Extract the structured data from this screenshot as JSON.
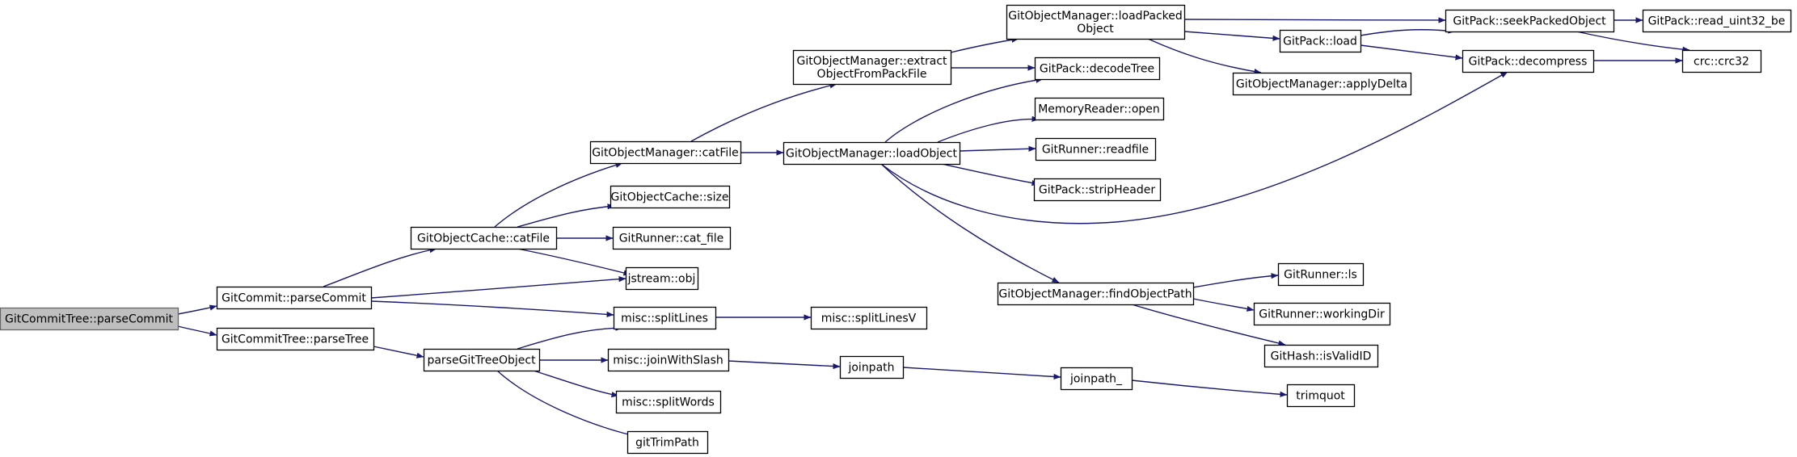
{
  "colors": {
    "edge": "#191970",
    "root_fill": "#bfbfbf",
    "node_fill": "#ffffff",
    "node_border": "#000000"
  },
  "nodes": {
    "n0": {
      "lines": [
        "GitCommitTree::parseCommit"
      ]
    },
    "n1": {
      "lines": [
        "GitCommit::parseCommit"
      ]
    },
    "n2": {
      "lines": [
        "GitCommitTree::parseTree"
      ]
    },
    "n3": {
      "lines": [
        "GitObjectCache::catFile"
      ]
    },
    "n4": {
      "lines": [
        "jstream::obj"
      ]
    },
    "n5": {
      "lines": [
        "misc::splitLines"
      ]
    },
    "n6": {
      "lines": [
        "parseGitTreeObject"
      ]
    },
    "n7": {
      "lines": [
        "GitObjectManager::catFile"
      ]
    },
    "n8": {
      "lines": [
        "GitObjectCache::size"
      ]
    },
    "n9": {
      "lines": [
        "GitRunner::cat_file"
      ]
    },
    "n10": {
      "lines": [
        "GitObjectManager::extract",
        "ObjectFromPackFile"
      ]
    },
    "n11": {
      "lines": [
        "GitObjectManager::loadObject"
      ]
    },
    "n12": {
      "lines": [
        "GitObjectManager::loadPacked",
        "Object"
      ]
    },
    "n13": {
      "lines": [
        "GitPack::decodeTree"
      ]
    },
    "n14": {
      "lines": [
        "MemoryReader::open"
      ]
    },
    "n15": {
      "lines": [
        "GitRunner::readfile"
      ]
    },
    "n16": {
      "lines": [
        "GitPack::stripHeader"
      ]
    },
    "n17": {
      "lines": [
        "GitObjectManager::findObjectPath"
      ]
    },
    "n18": {
      "lines": [
        "GitPack::load"
      ]
    },
    "n19": {
      "lines": [
        "GitObjectManager::applyDelta"
      ]
    },
    "n20": {
      "lines": [
        "GitPack::seekPackedObject"
      ]
    },
    "n21": {
      "lines": [
        "GitPack::decompress"
      ]
    },
    "n22": {
      "lines": [
        "GitPack::read_uint32_be"
      ]
    },
    "n23": {
      "lines": [
        "crc::crc32"
      ]
    },
    "n24": {
      "lines": [
        "GitRunner::ls"
      ]
    },
    "n25": {
      "lines": [
        "GitRunner::workingDir"
      ]
    },
    "n26": {
      "lines": [
        "GitHash::isValidID"
      ]
    },
    "n27": {
      "lines": [
        "misc::splitLinesV"
      ]
    },
    "n28": {
      "lines": [
        "misc::joinWithSlash"
      ]
    },
    "n29": {
      "lines": [
        "misc::splitWords"
      ]
    },
    "n30": {
      "lines": [
        "gitTrimPath"
      ]
    },
    "n31": {
      "lines": [
        "joinpath"
      ]
    },
    "n32": {
      "lines": [
        "joinpath_"
      ]
    },
    "n33": {
      "lines": [
        "trimquot"
      ]
    }
  },
  "edges": [
    [
      "n0",
      "n1"
    ],
    [
      "n0",
      "n2"
    ],
    [
      "n1",
      "n3"
    ],
    [
      "n1",
      "n4"
    ],
    [
      "n1",
      "n5"
    ],
    [
      "n2",
      "n6"
    ],
    [
      "n3",
      "n7"
    ],
    [
      "n3",
      "n8"
    ],
    [
      "n3",
      "n9"
    ],
    [
      "n3",
      "n4"
    ],
    [
      "n7",
      "n10"
    ],
    [
      "n7",
      "n11"
    ],
    [
      "n10",
      "n12"
    ],
    [
      "n10",
      "n13"
    ],
    [
      "n11",
      "n13"
    ],
    [
      "n11",
      "n14"
    ],
    [
      "n11",
      "n15"
    ],
    [
      "n11",
      "n16"
    ],
    [
      "n11",
      "n21"
    ],
    [
      "n11",
      "n17"
    ],
    [
      "n12",
      "n20"
    ],
    [
      "n12",
      "n18"
    ],
    [
      "n12",
      "n19"
    ],
    [
      "n18",
      "n20"
    ],
    [
      "n18",
      "n21"
    ],
    [
      "n20",
      "n22"
    ],
    [
      "n20",
      "n23"
    ],
    [
      "n21",
      "n23"
    ],
    [
      "n17",
      "n24"
    ],
    [
      "n17",
      "n25"
    ],
    [
      "n17",
      "n26"
    ],
    [
      "n5",
      "n27"
    ],
    [
      "n6",
      "n5"
    ],
    [
      "n6",
      "n28"
    ],
    [
      "n6",
      "n29"
    ],
    [
      "n6",
      "n30"
    ],
    [
      "n28",
      "n31"
    ],
    [
      "n31",
      "n32"
    ],
    [
      "n32",
      "n33"
    ]
  ]
}
